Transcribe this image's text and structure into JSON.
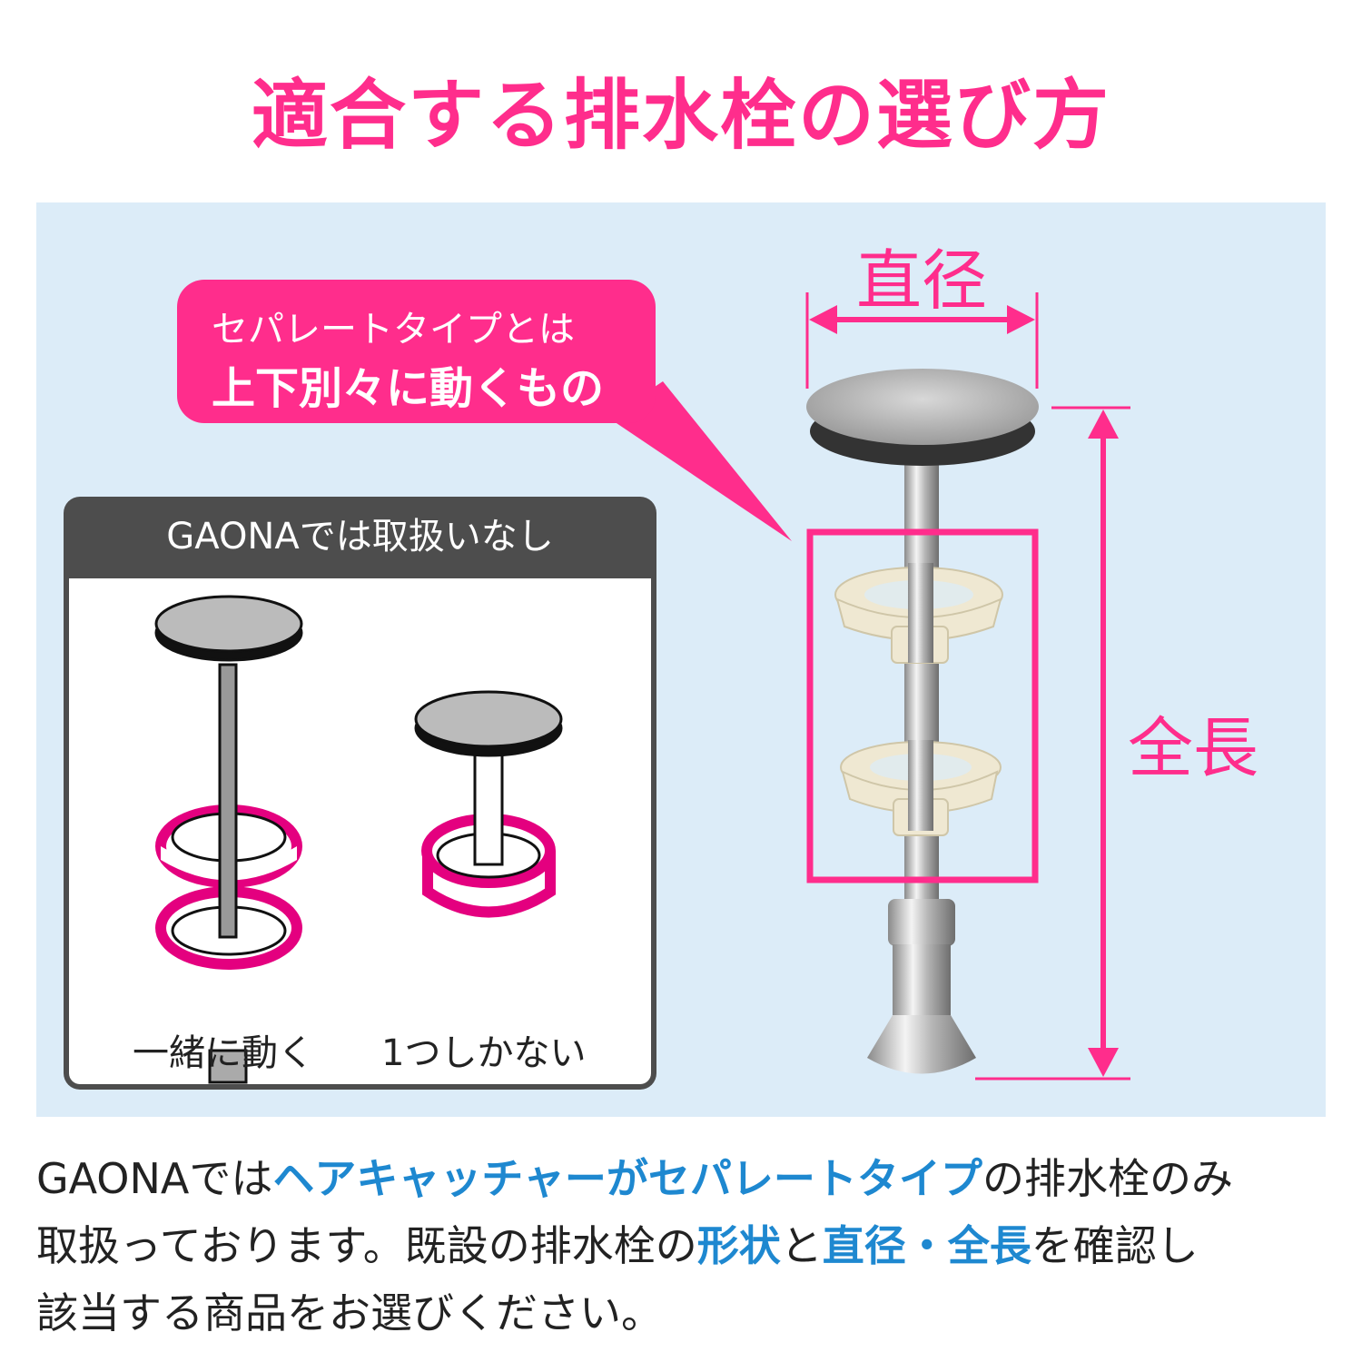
{
  "title": "適合する排水栓の選び方",
  "callout": {
    "line1": "セパレートタイプとは",
    "line2": "上下別々に動くもの"
  },
  "not_handled_box": {
    "header": "GAONAでは取扱いなし",
    "captions": [
      "一緒に動く",
      "1つしかない"
    ]
  },
  "dimensions": {
    "diameter": "直径",
    "length": "全長"
  },
  "bottom_text": {
    "line1": [
      "GAONAでは",
      "ヘアキャッチャーがセパレートタイプ",
      "の排水栓のみ"
    ],
    "line2": [
      "取扱っております。既設の排水栓の",
      "形状",
      "と",
      "直径・全長",
      "を確認し"
    ],
    "line3": "該当する商品をお選びください。"
  },
  "colors": {
    "accent": "#FF2D8C",
    "highlight": "#1E88D0",
    "panel": "#DCECF8",
    "box_header": "#4D4D4D"
  }
}
